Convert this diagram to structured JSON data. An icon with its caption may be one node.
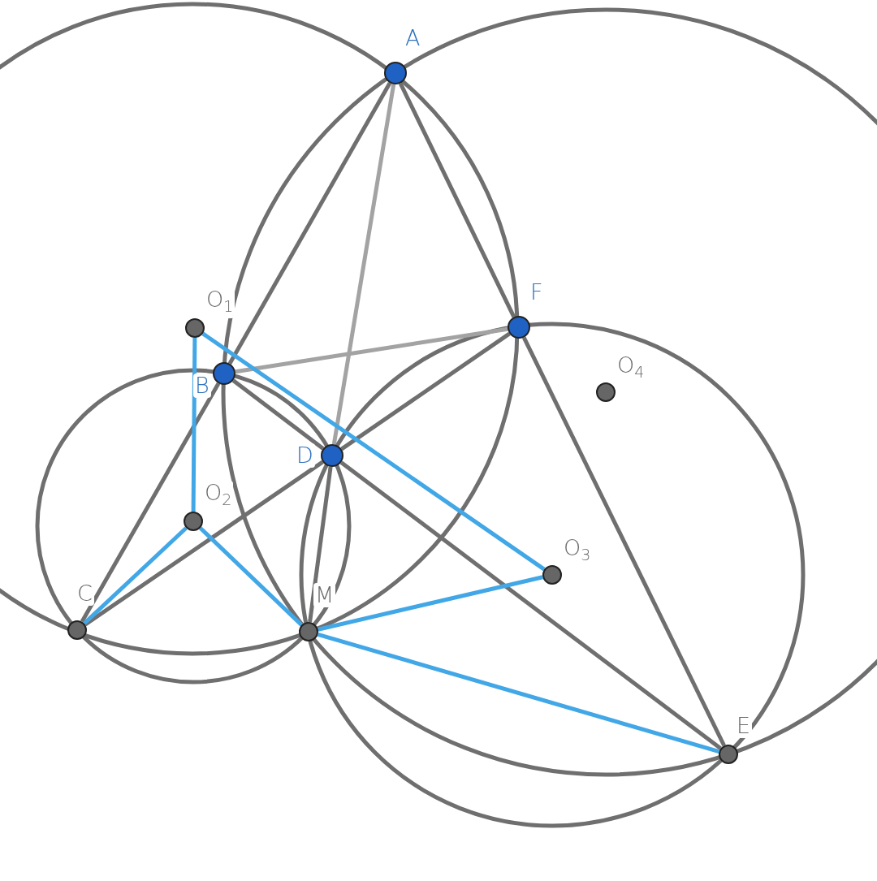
{
  "diagram": {
    "nodes": [
      {
        "text": [
          "A"
        ]
      },
      {
        "text": [
          "B"
        ]
      },
      {
        "text": [
          "C"
        ]
      },
      {
        "text": [
          "D"
        ]
      },
      {
        "text": [
          "E"
        ]
      },
      {
        "text": [
          "F"
        ]
      },
      {
        "text": [
          "M"
        ]
      },
      {
        "text": [
          "O$_{1}$"
        ]
      },
      {
        "text": [
          "O$_{2}$"
        ]
      },
      {
        "text": [
          "O$_{3}$"
        ]
      },
      {
        "text": [
          "O$_{4}$"
        ]
      }
    ],
    "edges": [
      {
        "from": 0,
        "to": 1,
        "arrow": "none"
      },
      {
        "from": 1,
        "to": 2,
        "arrow": "none"
      },
      {
        "from": 0,
        "to": 3,
        "arrow": "none",
        "color": "#a3a3a3"
      },
      {
        "from": 3,
        "to": 6,
        "arrow": "none"
      },
      {
        "from": 0,
        "to": 5,
        "arrow": "none"
      },
      {
        "from": 5,
        "to": 4,
        "arrow": "none"
      },
      {
        "from": 1,
        "to": 5,
        "arrow": "none",
        "color": "#a3a3a3"
      },
      {
        "from": 1,
        "to": 3,
        "arrow": "none"
      },
      {
        "from": 3,
        "to": 4,
        "arrow": "none"
      },
      {
        "from": 5,
        "to": 3,
        "arrow": "none"
      },
      {
        "from": 3,
        "to": 2,
        "arrow": "none"
      },
      {
        "from": 7,
        "to": 8,
        "arrow": "none",
        "color": "#42a7e6"
      },
      {
        "from": 7,
        "to": 9,
        "arrow": "none",
        "color": "#42a7e6"
      },
      {
        "from": 8,
        "to": 2,
        "arrow": "none",
        "color": "#42a7e6"
      },
      {
        "from": 8,
        "to": 6,
        "arrow": "none",
        "color": "#42a7e6"
      },
      {
        "from": 6,
        "to": 9,
        "arrow": "none",
        "color": "#42a7e6"
      },
      {
        "from": 6,
        "to": 4,
        "arrow": "none",
        "color": "#42a7e6"
      }
    ]
  }
}
